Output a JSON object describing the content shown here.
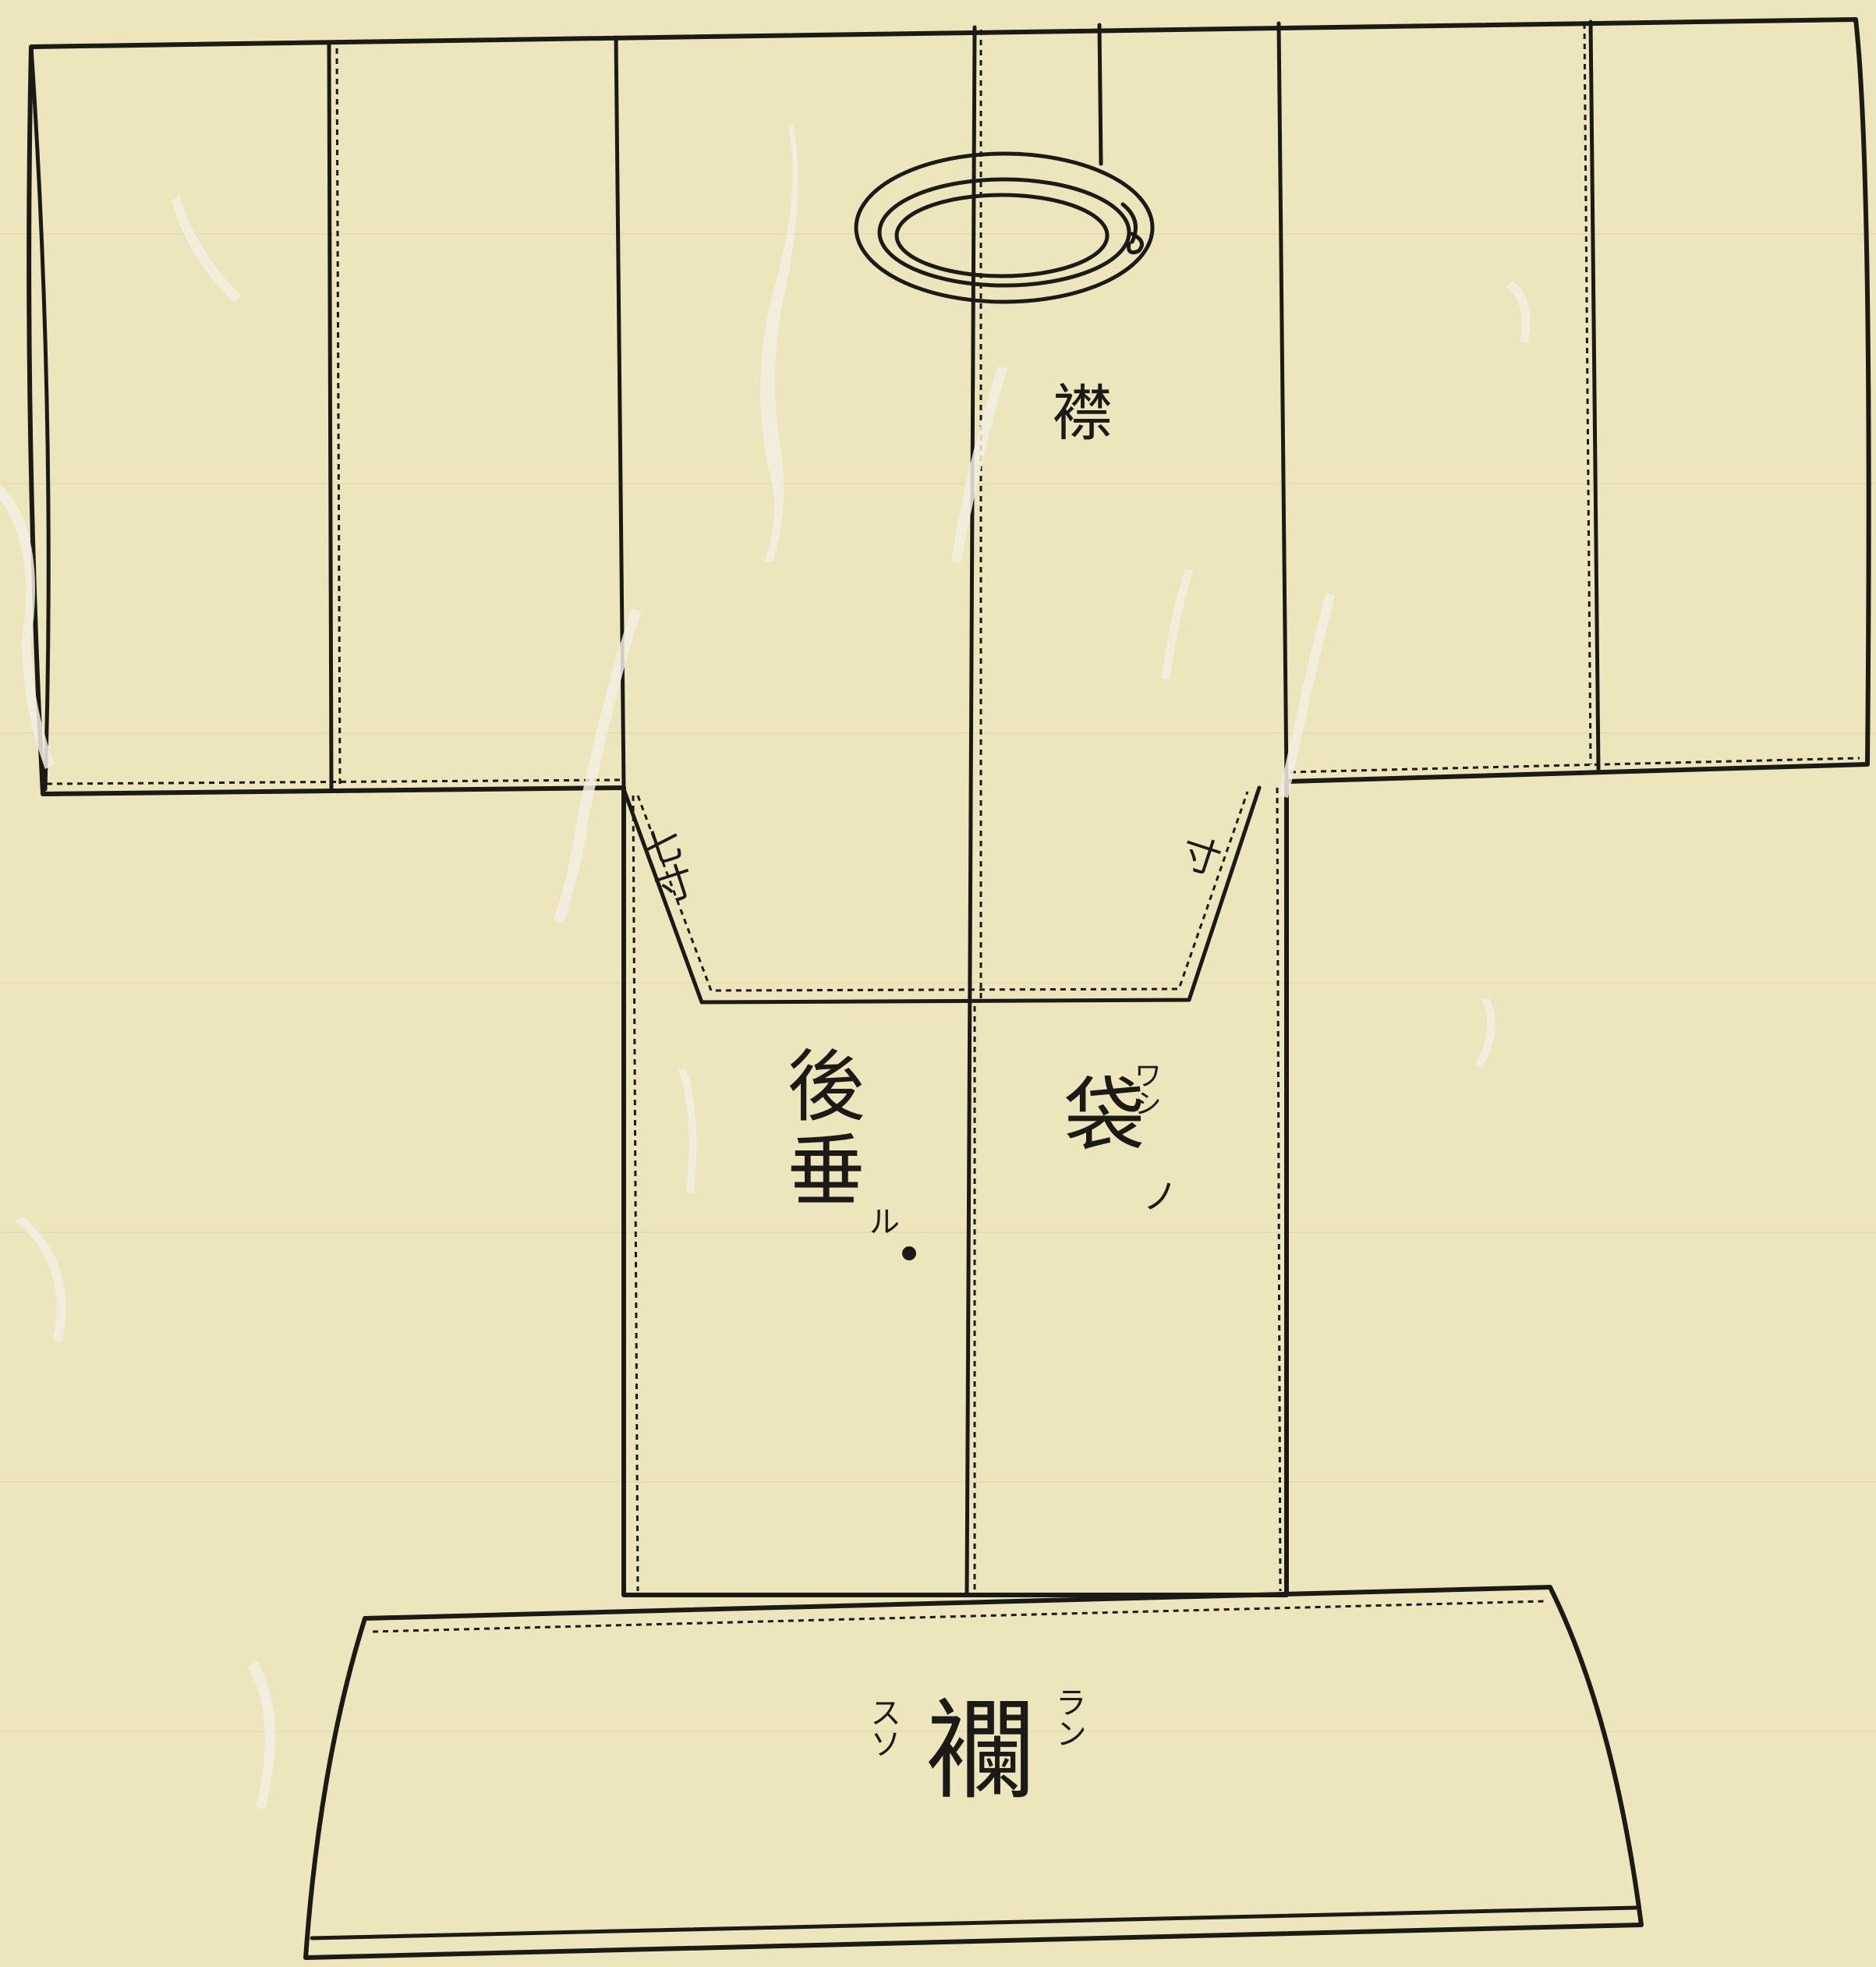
{
  "labels": {
    "collar": "襟",
    "sun": "七寸",
    "sun_right": "寸",
    "back_hang": "後垂",
    "back_hang_ruby": "ル",
    "pocket": "袋",
    "pocket_ruby_top": "ワシ",
    "pocket_ruby_bottom": "ノ",
    "ran": "襴",
    "ran_ruby_left": "スソ",
    "ran_ruby_right": "ラン"
  },
  "colors": {
    "paper": "#ede5bb",
    "ink": "#1c1a16",
    "wear": "#f3efe4"
  }
}
